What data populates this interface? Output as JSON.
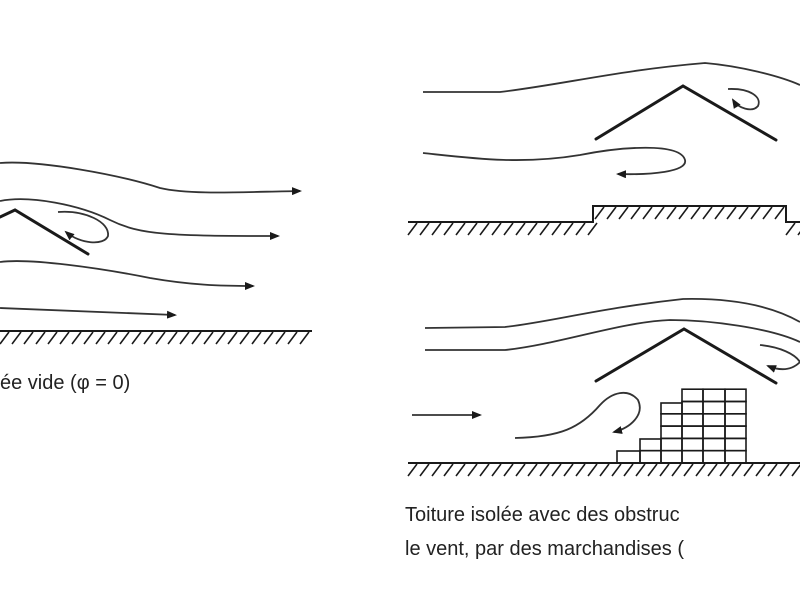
{
  "captions": {
    "left": "ée vide   (φ = 0)",
    "right_line1": "Toiture isolée avec des obstruc",
    "right_line2": "le vent, par des marchandises ("
  },
  "colors": {
    "ink": "#1a1a1a",
    "background": "#ffffff"
  }
}
